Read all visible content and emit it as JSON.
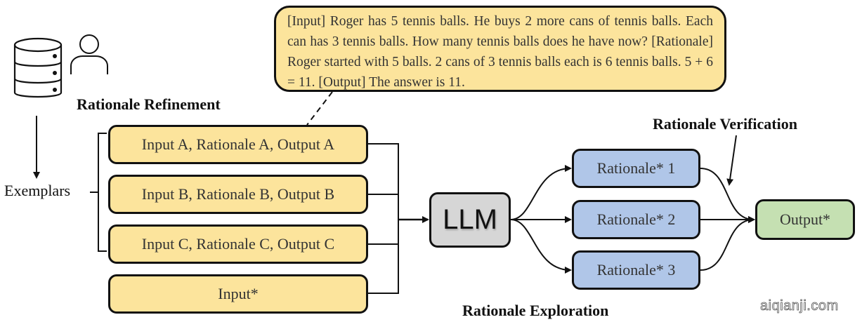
{
  "diagram": {
    "title_refinement": "Rationale Refinement",
    "title_exploration": "Rationale Exploration",
    "title_verification": "Rationale Verification",
    "exemplars_label": "Exemplars",
    "icons": [
      "database-icon",
      "user-icon"
    ],
    "callout_text": "[Input] Roger has 5 tennis balls. He buys 2 more cans of tennis balls. Each can has 3 tennis balls. How many tennis balls does he have now? [Rationale] Roger started with 5 balls. 2 cans of 3 tennis balls each is 6 tennis balls. 5 + 6 = 11. [Output] The answer is 11.",
    "exemplar_boxes": [
      "Input A, Rationale A, Output A",
      "Input B, Rationale B, Output B",
      "Input C, Rationale C, Output C"
    ],
    "input_box": "Input*",
    "llm_label": "LLM",
    "rationale_boxes": [
      "Rationale* 1",
      "Rationale* 2",
      "Rationale* 3"
    ],
    "output_box": "Output*",
    "colors": {
      "exemplar_fill": "#fce49c",
      "rationale_fill": "#b0c6e8",
      "output_fill": "#c5e0b2",
      "llm_fill": "#d6d6d6"
    }
  },
  "watermark": "aiqianji.com"
}
